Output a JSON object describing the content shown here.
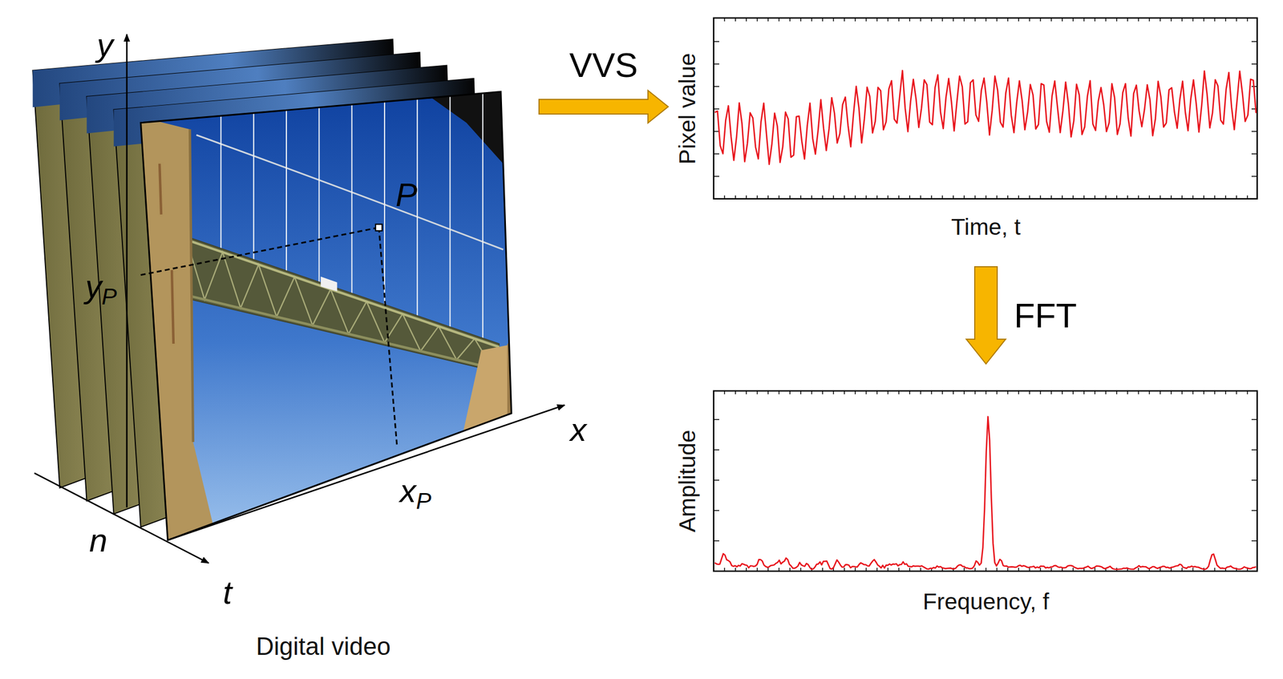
{
  "diagram": {
    "nodes": [
      {
        "text": [
          "Digital video"
        ]
      },
      {
        "text": [
          "Pixel value",
          "Time, t"
        ]
      },
      {
        "text": [
          "Amplitude",
          "Frequency, f"
        ]
      }
    ],
    "edges": [
      {
        "from": 0,
        "to": 1,
        "arrow": "to",
        "label": "VVS"
      },
      {
        "from": 1,
        "to": 2,
        "arrow": "to",
        "label": "FFT"
      }
    ],
    "labels": [
      "y",
      "yP",
      "P",
      "x",
      "xP",
      "t",
      "n"
    ]
  }
}
